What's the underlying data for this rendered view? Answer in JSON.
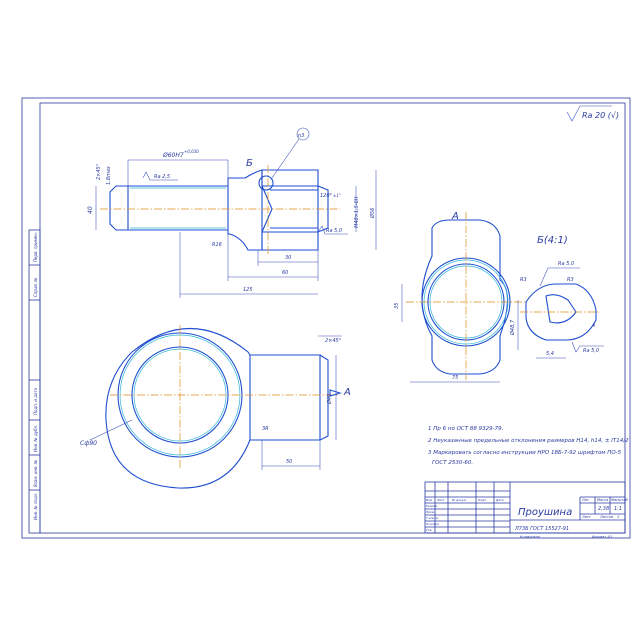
{
  "roughness_general": "Ra 20 (√)",
  "main_view": {
    "dim_thread_top": "Ø60H7",
    "dim_thread_top_tol": "+0,030",
    "dim_chamfer_left": "2×45°",
    "dim_width_small": "1,8max",
    "roughness_bore": "Ra 2,5",
    "dim_height_left": "40",
    "section_mark": "Б",
    "balloon": "n3",
    "dim_angle": "120°",
    "dim_angle_tol": "±1°",
    "dim_thread": "M48×1,5-6H",
    "dim_dia_right": "Ø56",
    "roughness_thread": "Ra 5,0",
    "dim_radius": "R16",
    "dim_30": "30",
    "dim_60": "60",
    "dim_125": "125"
  },
  "view_a": {
    "label": "А",
    "dim_side": "35",
    "dim_bottom": "75"
  },
  "detail_b": {
    "label": "Б(4:1)",
    "r_top": "Ra 5,0",
    "r1": "R3",
    "r2": "R3",
    "dim_vert": "Ø48,7",
    "dim_small": "5,4",
    "dim_angle": "4",
    "r_bottom": "Ra 5,0"
  },
  "top_view": {
    "dim_chamfer": "2×45°",
    "dim_dia_right": "Ø40",
    "dim_edge": "3R",
    "dim_len": "50",
    "dim_sphere": "Сф90",
    "view_arrow": "А"
  },
  "notes": [
    "1 Пр 6 по ОСТ 88 9329-79.",
    "2 Неуказанные предельные отклонения размеров H14, h14, ± IT14/2",
    "3 Маркировать согласно инструкции НРО 18Б-7-92 шрифтом ПО-5",
    "ГОСТ 2530-60."
  ],
  "title_block": {
    "name": "Проушина",
    "material": "Л73Б ГОСТ 15527-91",
    "lit_header": "Лит.",
    "mass_header": "Масса",
    "scale_header": "Масштаб",
    "mass": "2,38",
    "scale": "1:1",
    "sheet_label": "Лист",
    "sheets_label": "Листов",
    "sheets": "1",
    "copy_label": "Копировал",
    "format_label": "Формат А3",
    "rows": [
      "Изм.",
      "Лист",
      "№ докум.",
      "Подп.",
      "Дата"
    ],
    "roles": [
      "Разраб.",
      "Пров.",
      "Т.контр.",
      "Н.контр.",
      "Утв."
    ]
  },
  "left_strip": [
    "Перв. примен.",
    "Справ. №",
    "Подп. и дата",
    "Инв. № дубл.",
    "Взам. инв. №",
    "Подп. и дата",
    "Инв. № подл."
  ]
}
